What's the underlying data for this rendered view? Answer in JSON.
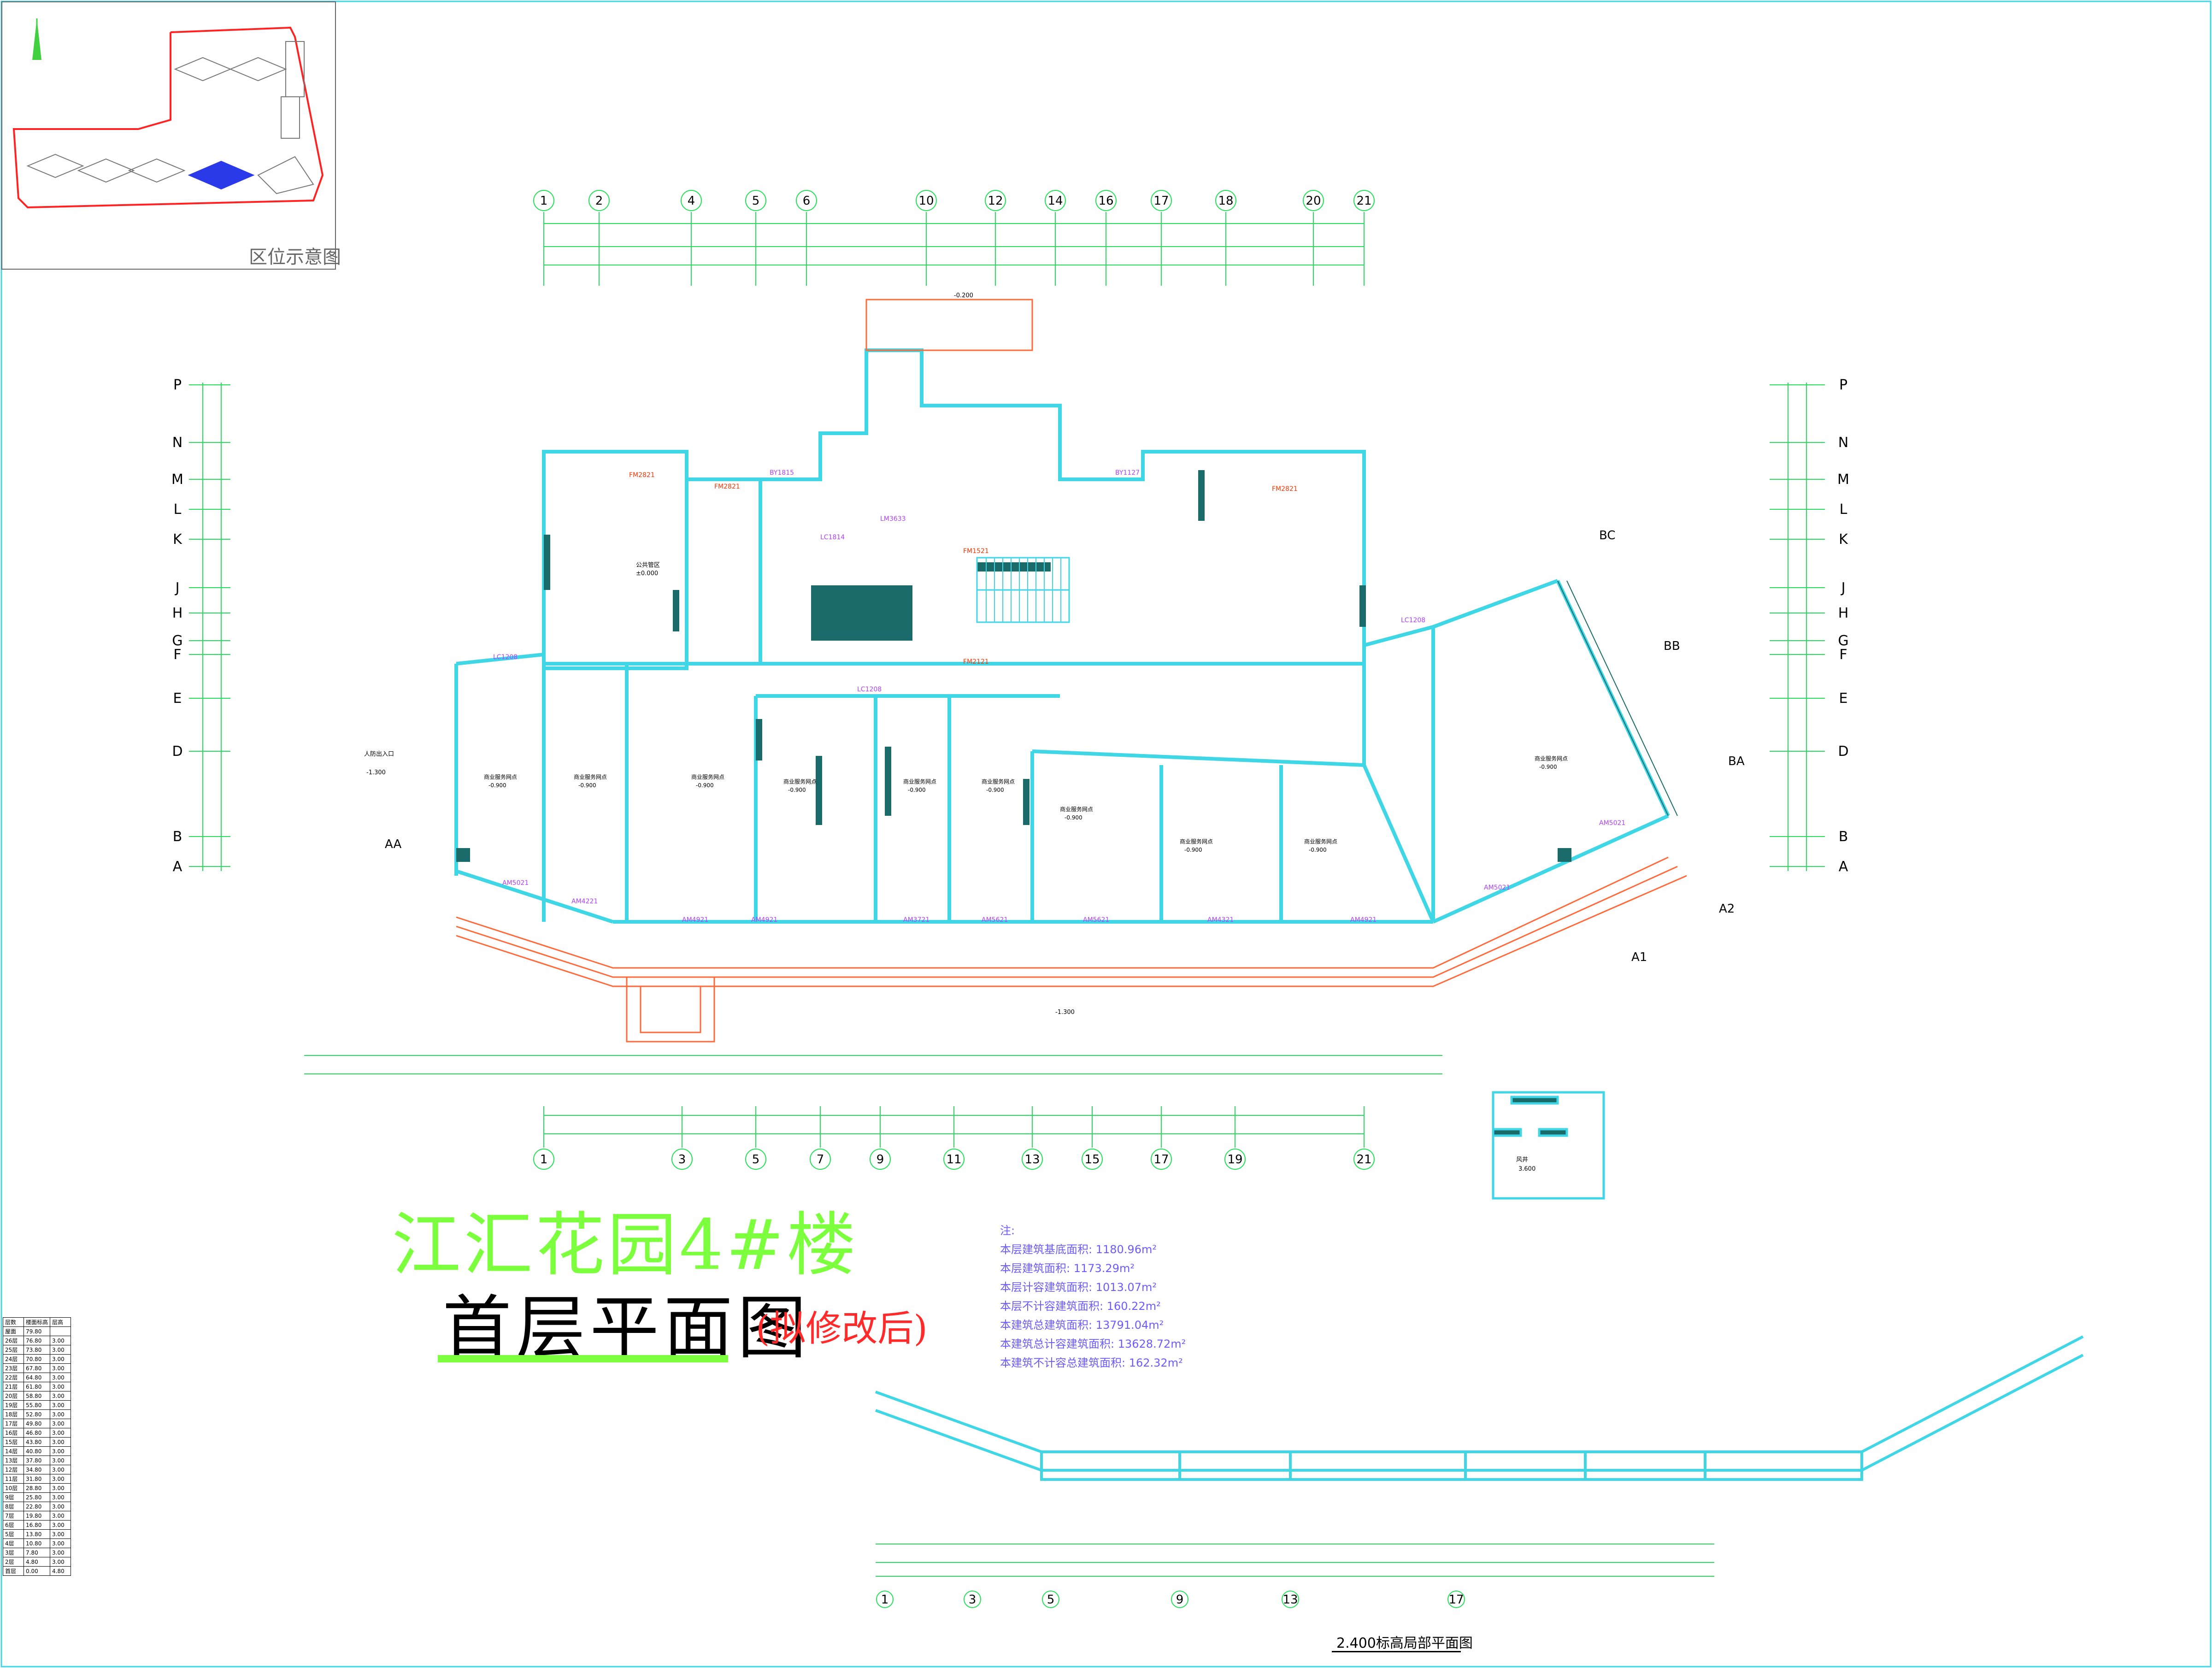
{
  "title": {
    "project": "江汇花园4#楼",
    "drawing": "首层平面图",
    "note": "(拟修改后)"
  },
  "location_label": "区位示意图",
  "sub_plan_title": "2.400标高局部平面图",
  "area_notes": {
    "heading": "注:",
    "lines": [
      "本层建筑基底面积: 1180.96m²",
      "本层建筑面积: 1173.29m²",
      "本层计容建筑面积: 1013.07m²",
      "本层不计容建筑面积: 160.22m²",
      "本建筑总建筑面积: 13791.04m²",
      "本建筑总计容建筑面积: 13628.72m²",
      "本建筑不计容总建筑面积: 162.32m²"
    ]
  },
  "grid_top": [
    "1",
    "2",
    "4",
    "5",
    "6",
    "10",
    "12",
    "14",
    "16",
    "17",
    "18",
    "20",
    "21"
  ],
  "grid_bottom": [
    "1",
    "3",
    "5",
    "7",
    "9",
    "11",
    "13",
    "15",
    "17",
    "19",
    "21"
  ],
  "grid_sub_bottom": [
    "1",
    "3",
    "5",
    "9",
    "13",
    "17"
  ],
  "grid_left": [
    "P",
    "N",
    "M",
    "L",
    "K",
    "J",
    "H",
    "G",
    "F",
    "E",
    "D",
    "B",
    "A"
  ],
  "grid_diag": [
    "BC",
    "BB",
    "BA",
    "A1",
    "A2",
    "AA"
  ],
  "rooms": [
    {
      "label": "商业服务网点",
      "elev": "-0.900"
    },
    {
      "label": "商业服务网点",
      "elev": "-0.900"
    },
    {
      "label": "商业服务网点",
      "elev": "-0.900"
    },
    {
      "label": "商业服务网点",
      "elev": "-0.900"
    },
    {
      "label": "商业服务网点",
      "elev": "-0.900"
    },
    {
      "label": "商业服务网点",
      "elev": "-0.900"
    },
    {
      "label": "商业服务网点",
      "elev": "-0.900"
    },
    {
      "label": "商业服务网点",
      "elev": "-0.900"
    },
    {
      "label": "商业服务网点",
      "elev": "-0.900"
    },
    {
      "label": "商业服务网点",
      "elev": "-0.900"
    }
  ],
  "misc_labels": {
    "lobby": "公共管区",
    "lobby_elev": "±0.000",
    "entrance": "人防出入口",
    "entrance_elev": "-1.300",
    "outdoor_elev": "-1.300",
    "top_elev": "-0.200",
    "wind_room": "风井",
    "wind_elev": "3.600"
  },
  "door_tags": [
    "FM2821",
    "FM2821",
    "FM2821",
    "FM1521",
    "FM2121",
    "AM5021",
    "AM4221",
    "AM4921",
    "AM4921",
    "AM3721",
    "AM5621",
    "AM5621",
    "AM4321",
    "AM4921",
    "AM5021",
    "AM5021",
    "LC1208",
    "LC1208",
    "LC1208",
    "LC1814",
    "LM3633",
    "BY1815",
    "BY1127"
  ],
  "floor_table": {
    "headers": [
      "层数",
      "楼面标高",
      "层高"
    ],
    "rows": [
      [
        "屋面",
        "79.80",
        ""
      ],
      [
        "26层",
        "76.80",
        "3.00"
      ],
      [
        "25层",
        "73.80",
        "3.00"
      ],
      [
        "24层",
        "70.80",
        "3.00"
      ],
      [
        "23层",
        "67.80",
        "3.00"
      ],
      [
        "22层",
        "64.80",
        "3.00"
      ],
      [
        "21层",
        "61.80",
        "3.00"
      ],
      [
        "20层",
        "58.80",
        "3.00"
      ],
      [
        "19层",
        "55.80",
        "3.00"
      ],
      [
        "18层",
        "52.80",
        "3.00"
      ],
      [
        "17层",
        "49.80",
        "3.00"
      ],
      [
        "16层",
        "46.80",
        "3.00"
      ],
      [
        "15层",
        "43.80",
        "3.00"
      ],
      [
        "14层",
        "40.80",
        "3.00"
      ],
      [
        "13层",
        "37.80",
        "3.00"
      ],
      [
        "12层",
        "34.80",
        "3.00"
      ],
      [
        "11层",
        "31.80",
        "3.00"
      ],
      [
        "10层",
        "28.80",
        "3.00"
      ],
      [
        "9层",
        "25.80",
        "3.00"
      ],
      [
        "8层",
        "22.80",
        "3.00"
      ],
      [
        "7层",
        "19.80",
        "3.00"
      ],
      [
        "6层",
        "16.80",
        "3.00"
      ],
      [
        "5层",
        "13.80",
        "3.00"
      ],
      [
        "4层",
        "10.80",
        "3.00"
      ],
      [
        "3层",
        "7.80",
        "3.00"
      ],
      [
        "2层",
        "4.80",
        "3.00"
      ],
      [
        "首层",
        "0.00",
        "4.80"
      ]
    ]
  },
  "colors": {
    "wall": "#3fd6e6",
    "dim": "#27e05a",
    "core": "#1a6a6a",
    "accent": "#ff3300",
    "tag": "#b040ff"
  }
}
